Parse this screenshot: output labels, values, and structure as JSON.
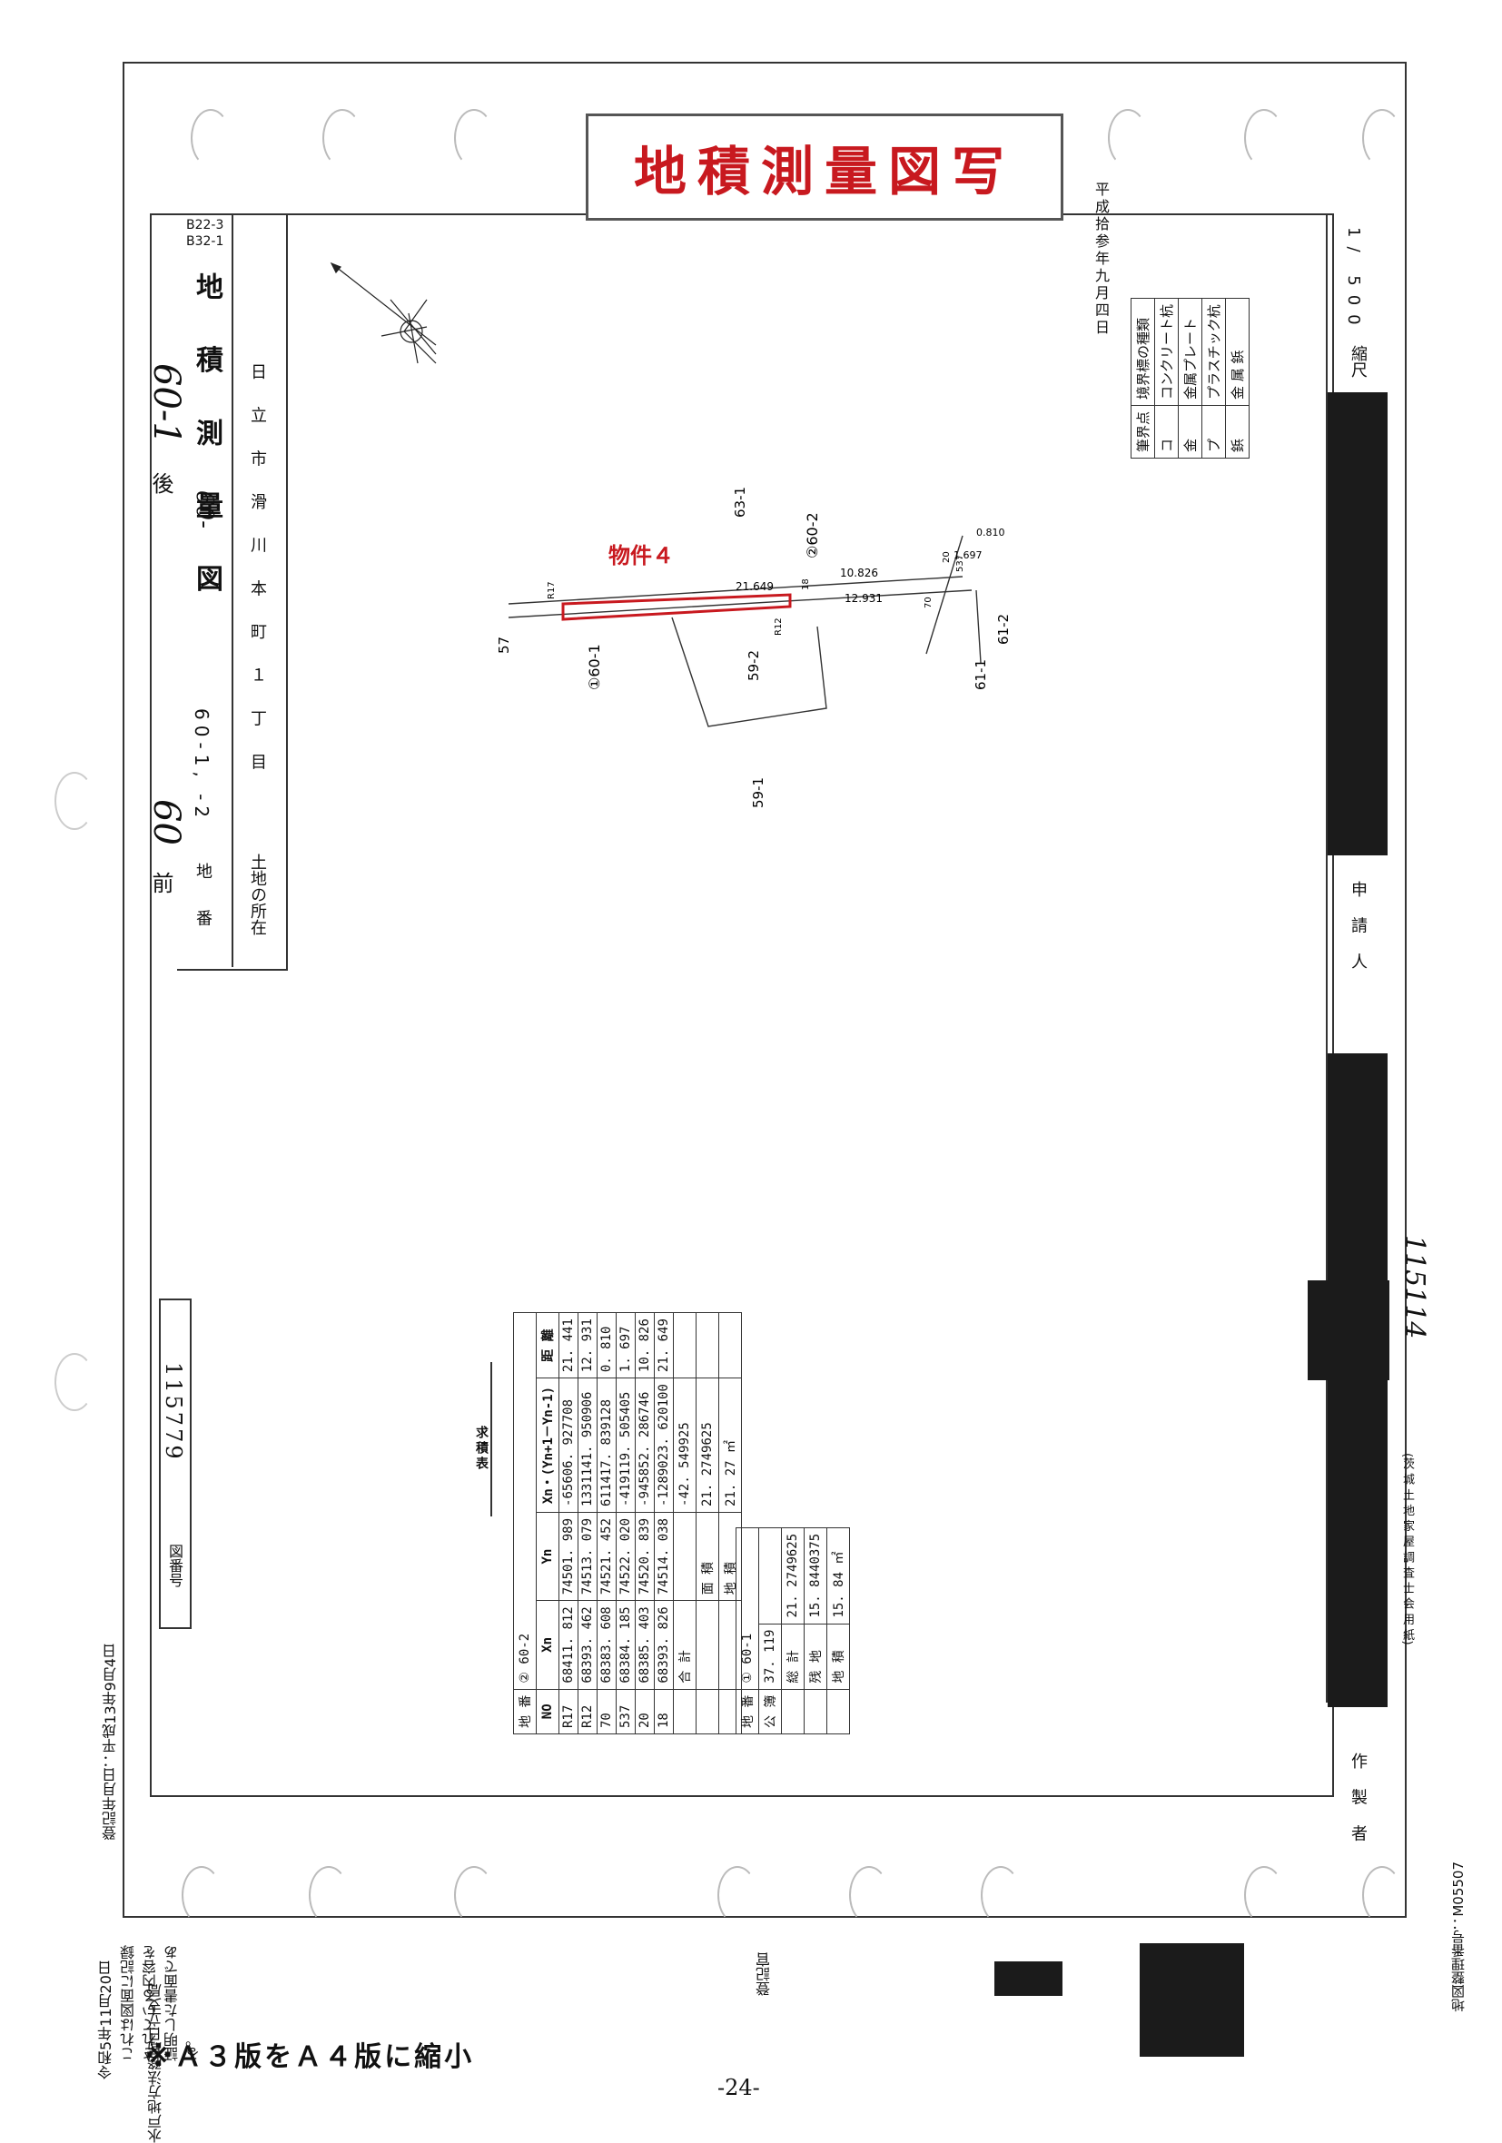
{
  "title": "地積測量図写",
  "header": {
    "drawing_title": "地 積 測 量 図",
    "sheet_code_1": "B22-3",
    "sheet_code_2": "B32-1",
    "prev_label": "前",
    "prev_lot_hand": "60",
    "after_label": "後",
    "after_lot_hand": "60-1",
    "lot_label": "地 番",
    "lot_value": "60-1, -2",
    "location_label": "土地の所在",
    "location_value": "日 立 市 滑 川 本 町 １ 丁 目",
    "hand_number": "60-",
    "date_vertical": "平成拾参年九月四日"
  },
  "legend": {
    "headers": [
      "筆界点",
      "境界標の種類"
    ],
    "rows": [
      [
        "コ",
        "コンクリート杭"
      ],
      [
        "金",
        "金属プレート"
      ],
      [
        "プ",
        "プラスチック杭"
      ],
      [
        "鋲",
        "金 属 鋲"
      ]
    ]
  },
  "scale": {
    "label": "縮尺",
    "value": "1/ 500"
  },
  "applicant_label": "申 請 人",
  "maker_label": "作 製 者",
  "maker_association": "(茨 城 土 地 家 屋 調 査 士 会 用 紙)",
  "map": {
    "property_label": "物件４",
    "labels": [
      "63-1",
      "②60-2",
      "①60-1",
      "59-2",
      "59-1",
      "57",
      "61-1",
      "61-2"
    ],
    "dims": [
      "21.649",
      "10.826",
      "12.931",
      "1.697",
      "0.810"
    ],
    "points": [
      "R17",
      "R12",
      "18",
      "70",
      "20",
      "537"
    ]
  },
  "calc_table": {
    "title": "求積表",
    "lot_label": "地 番",
    "lot_value": "② 60-2",
    "headers": [
      "NO",
      "Xn",
      "Yn",
      "Xn・(Yn+1－Yn-1)",
      "距 離"
    ],
    "rows": [
      [
        "R17",
        "68411. 812",
        "74501. 989",
        "-65606. 927708",
        "21. 441"
      ],
      [
        "R12",
        "68393. 462",
        "74513. 079",
        "1331141. 950906",
        "12. 931"
      ],
      [
        "70",
        "68383. 608",
        "74521. 452",
        "611417. 839128",
        "0. 810"
      ],
      [
        "537",
        "68384. 185",
        "74522. 020",
        "-419119. 505405",
        "1. 697"
      ],
      [
        "20",
        "68385. 403",
        "74520. 839",
        "-945852. 286746",
        "10. 826"
      ],
      [
        "18",
        "68393. 826",
        "74514. 038",
        "-1289023. 620100",
        "21. 649"
      ]
    ],
    "sum_label": "合 計",
    "sum_value": "-42. 549925",
    "area_label": "面 積",
    "area_value": "21. 2749625",
    "land_area_label": "地 積",
    "land_area_value": "21. 27",
    "unit": "㎡"
  },
  "small_table": {
    "label": "地 番",
    "lot": "① 60-1",
    "public_label": "公 簿",
    "public_value": "37. 119",
    "rows": [
      [
        "総 計",
        "21. 2749625"
      ],
      [
        "残 地",
        "15. 8440375"
      ],
      [
        "地 積",
        "15. 84"
      ]
    ],
    "unit": "㎡"
  },
  "zu_number_label": "図番号",
  "zu_number_value": "115779",
  "register_date": "登記年月日：平成13年9月4日",
  "certification": {
    "text": "これは図面に記録されている内容を証明した書面である。",
    "date": "令和5年11月20日",
    "office": "水戸地方法務局日立支局",
    "registrar": "登記官"
  },
  "management_number": "地図整理番号：M05507",
  "handwritten_side": "115114",
  "reduction_note": "※Ａ３版をＡ４版に縮小",
  "page_number": "-24-"
}
